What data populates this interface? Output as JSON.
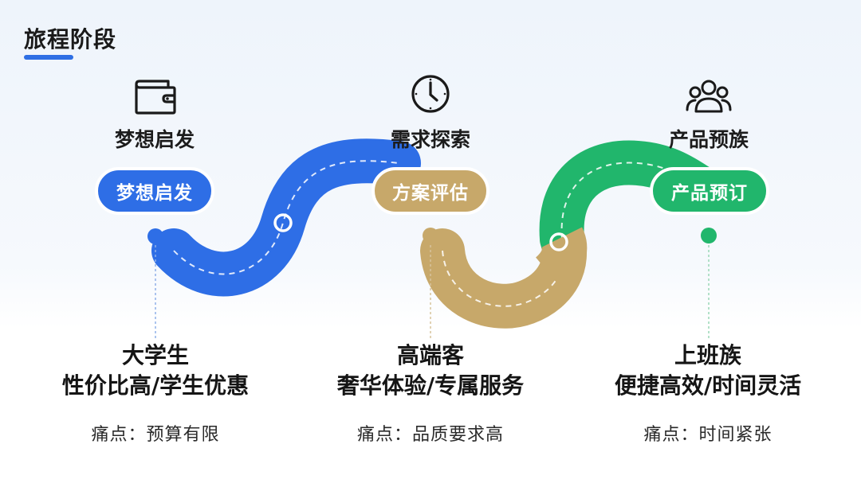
{
  "header": {
    "title": "旅程阶段"
  },
  "colors": {
    "blue": "#2e6ee6",
    "gold": "#c7a86a",
    "green": "#21b66c",
    "underline": "#2f6fe4"
  },
  "stages": [
    {
      "icon": "wallet-icon",
      "label": "梦想启发",
      "pill": "梦想启发",
      "color": "blue"
    },
    {
      "icon": "clock-icon",
      "label": "需求探索",
      "pill": "方案评估",
      "color": "gold"
    },
    {
      "icon": "group-icon",
      "label": "产品预族",
      "pill": "产品预订",
      "color": "green"
    }
  ],
  "personas": [
    {
      "name": "大学生",
      "desc": "性价比高/学生优惠",
      "pain": "痛点：预算有限"
    },
    {
      "name": "高端客",
      "desc": "奢华体验/专属服务",
      "pain": "痛点：品质要求高"
    },
    {
      "name": "上班族",
      "desc": "便捷高效/时间灵活",
      "pain": "痛点：时间紧张"
    }
  ]
}
